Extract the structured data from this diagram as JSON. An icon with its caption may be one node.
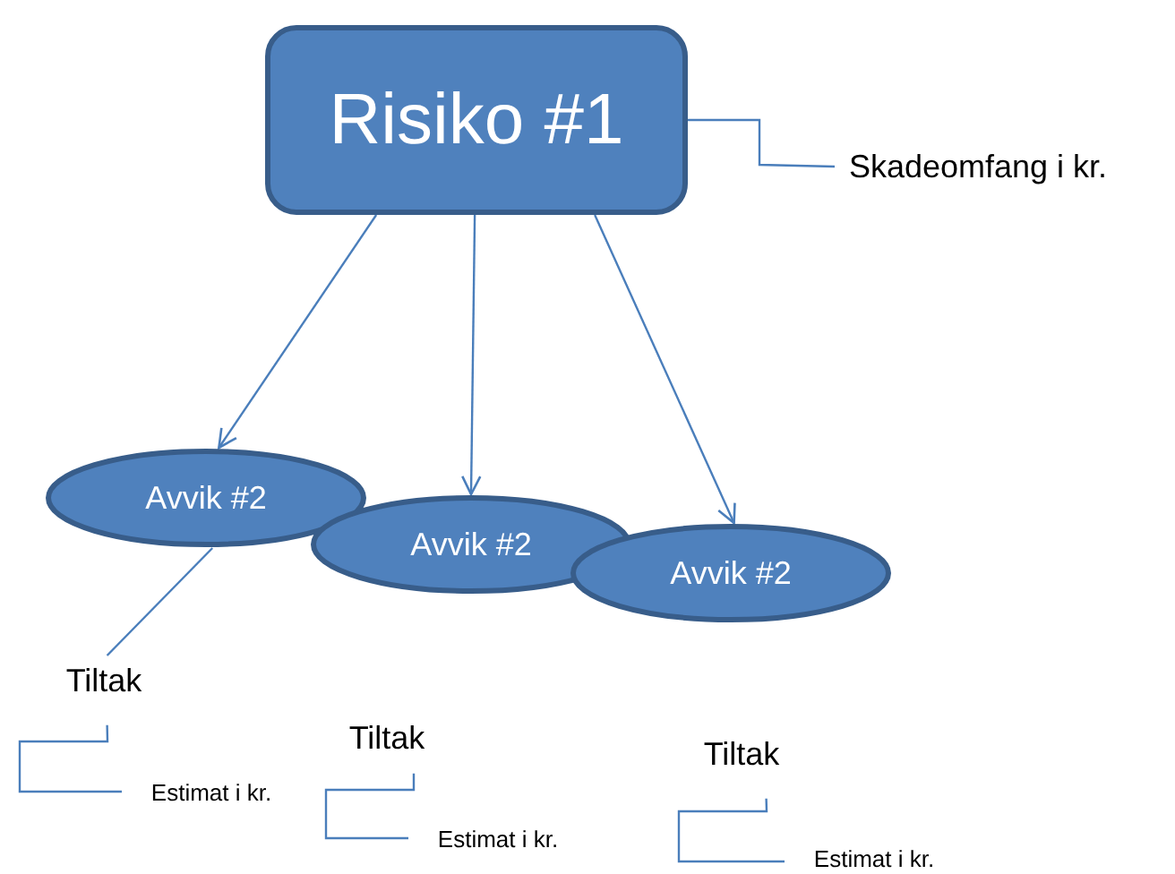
{
  "diagram": {
    "nodes": [
      {
        "text": [
          "Risiko #1"
        ]
      },
      {
        "text": [
          "Skadeomfang i kr."
        ]
      },
      {
        "text": [
          "Avvik #2"
        ]
      },
      {
        "text": [
          "Avvik #2"
        ]
      },
      {
        "text": [
          "Avvik #2"
        ]
      },
      {
        "text": [
          "Tiltak"
        ]
      },
      {
        "text": [
          "Estimat i kr."
        ]
      },
      {
        "text": [
          "Tiltak"
        ]
      },
      {
        "text": [
          "Estimat i kr."
        ]
      },
      {
        "text": [
          "Tiltak"
        ]
      },
      {
        "text": [
          "Estimat i kr."
        ]
      }
    ],
    "edges": [
      {
        "from": 0,
        "to": 1,
        "arrow": "none"
      },
      {
        "from": 0,
        "to": 2,
        "arrow": "to"
      },
      {
        "from": 0,
        "to": 3,
        "arrow": "to"
      },
      {
        "from": 0,
        "to": 4,
        "arrow": "to"
      },
      {
        "from": 2,
        "to": 5,
        "arrow": "none"
      },
      {
        "from": 5,
        "to": 6,
        "arrow": "none"
      },
      {
        "from": 7,
        "to": 8,
        "arrow": "none"
      },
      {
        "from": 9,
        "to": 10,
        "arrow": "none"
      }
    ]
  }
}
